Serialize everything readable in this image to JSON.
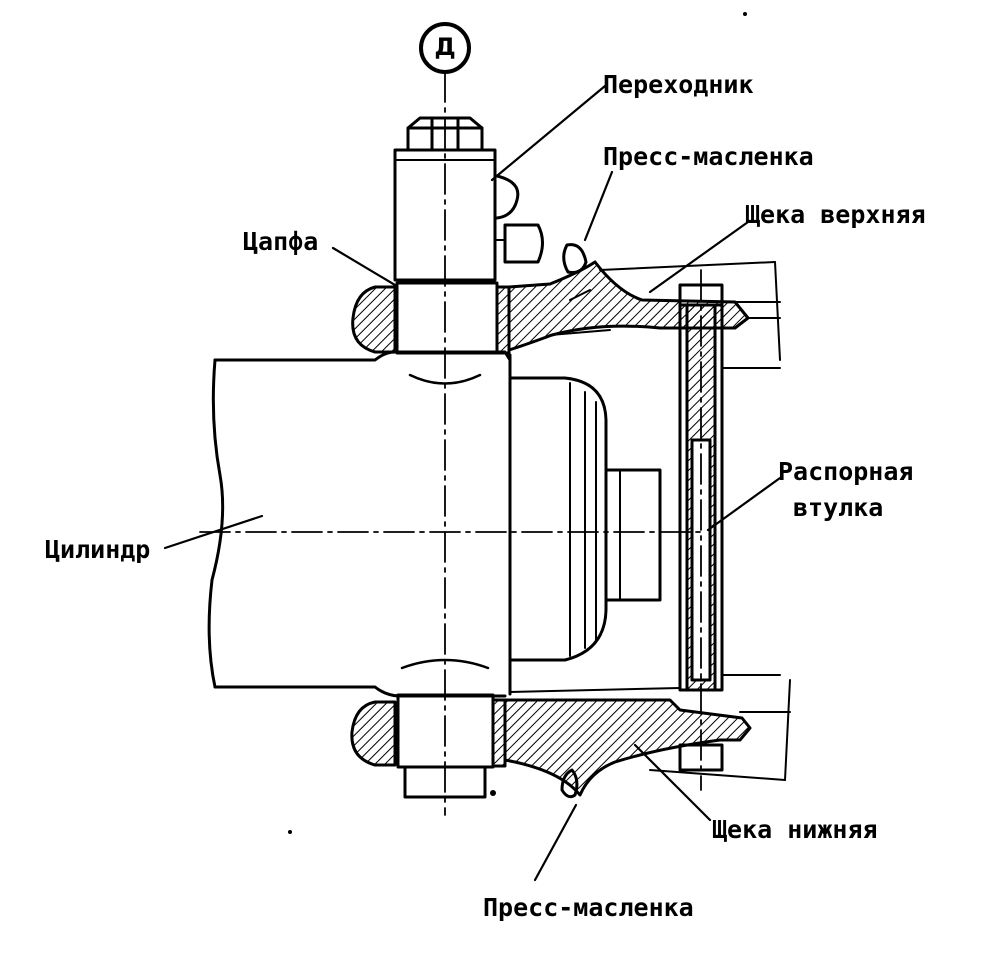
{
  "diagram": {
    "marker": "Д",
    "labels": {
      "perehodnik": "Переходник",
      "press_maslenka_top": "Пресс-масленка",
      "sheka_verhnyaya": "Щека верхняя",
      "tsapfa": "Цапфа",
      "raspornaya_line1": "Распорная",
      "raspornaya_line2": "втулка",
      "tsilindr": "Цилиндр",
      "sheka_nizhnyaya": "Щека нижняя",
      "press_maslenka_bottom": "Пресс-масленка"
    }
  },
  "colors": {
    "ink": "#000000",
    "paper": "#ffffff"
  }
}
